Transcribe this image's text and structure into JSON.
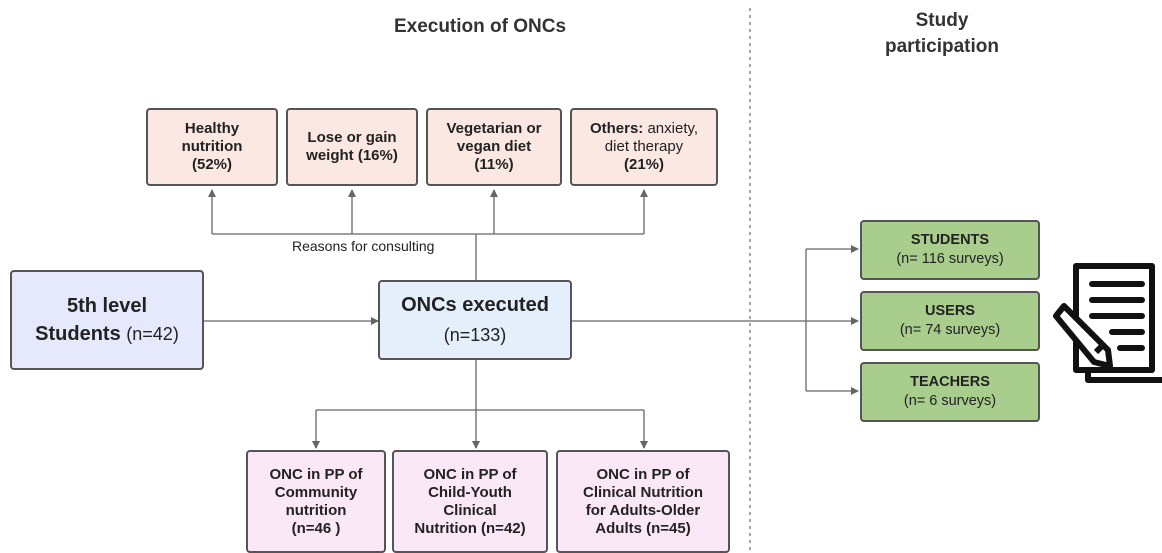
{
  "headings": {
    "execution": "Execution of ONCs",
    "participation_line1": "Study",
    "participation_line2": "participation"
  },
  "reasons": [
    {
      "lines": [
        "Healthy",
        "nutrition",
        "(52%)"
      ]
    },
    {
      "lines": [
        "Lose or gain",
        "weight (16%)"
      ]
    },
    {
      "lines": [
        "Vegetarian or",
        "vegan diet",
        "(11%)"
      ]
    },
    {
      "bold": "Others:",
      "rest": "anxiety,",
      "line2": "diet therapy",
      "pct": "(21%)"
    }
  ],
  "reasons_label": "Reasons for consulting",
  "students_box": {
    "line1": "5th level",
    "line2_bold": "Students",
    "line2_rest": "(n=42)"
  },
  "onc_box": {
    "title": "ONCs executed",
    "count": "(n=133)"
  },
  "pp_boxes": [
    {
      "lines": [
        "ONC in PP of",
        "Community",
        "nutrition",
        "(n=46 )"
      ]
    },
    {
      "lines": [
        "ONC in PP of",
        "Child-Youth",
        "Clinical",
        "Nutrition (n=42)"
      ]
    },
    {
      "lines": [
        "ONC in PP of",
        "Clinical Nutrition",
        "for Adults-Older",
        "Adults (n=45)"
      ]
    }
  ],
  "participants": [
    {
      "title": "STUDENTS",
      "count": "(n= 116 surveys)"
    },
    {
      "title": "USERS",
      "count": "(n= 74 surveys)"
    },
    {
      "title": "TEACHERS",
      "count": "(n= 6 surveys)"
    }
  ],
  "icons": {
    "survey": "survey-clipboard-pencil-icon"
  },
  "colors": {
    "reason_fill": "#fbe8e3",
    "pp_fill": "#fbe8f6",
    "group_fill": "#a9cd8d",
    "students_fill": "#e6e9fb",
    "onc_fill": "#e4effb"
  }
}
